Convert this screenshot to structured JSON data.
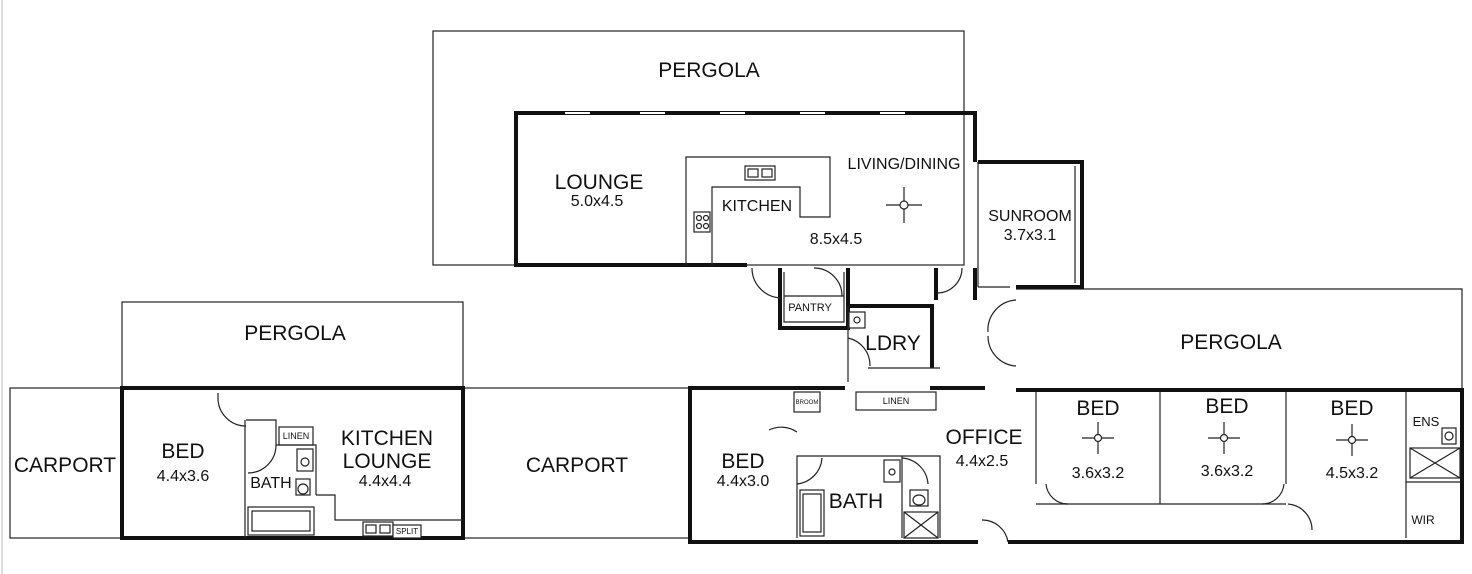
{
  "labels": {
    "pergola_top": "PERGOLA",
    "lounge": "LOUNGE",
    "lounge_dim": "5.0x4.5",
    "kitchen": "KITCHEN",
    "living_dining": "LIVING/DINING",
    "living_dim": "8.5x4.5",
    "sunroom": "SUNROOM",
    "sunroom_dim": "3.7x3.1",
    "pantry": "PANTRY",
    "ldry": "LDRY",
    "pergola_left": "PERGOLA",
    "carport_left": "CARPORT",
    "bed_left": "BED",
    "bed_left_dim": "4.4x3.6",
    "linen_left": "LINEN",
    "bath_left": "BATH",
    "kitchen_lounge_1": "KITCHEN",
    "kitchen_lounge_2": "LOUNGE",
    "kitchen_lounge_dim": "4.4x4.4",
    "split": "SPLIT",
    "carport_mid": "CARPORT",
    "broom": "BROOM",
    "linen_mid": "LINEN",
    "bed_mid": "BED",
    "bed_mid_dim": "4.4x3.0",
    "bath_mid": "BATH",
    "office": "OFFICE",
    "office_dim": "4.4x2.5",
    "pergola_right": "PERGOLA",
    "bed_r1": "BED",
    "bed_r1_dim": "3.6x3.2",
    "bed_r2": "BED",
    "bed_r2_dim": "3.6x3.2",
    "bed_r3": "BED",
    "bed_r3_dim": "4.5x3.2",
    "ens": "ENS",
    "wir": "WIR"
  }
}
